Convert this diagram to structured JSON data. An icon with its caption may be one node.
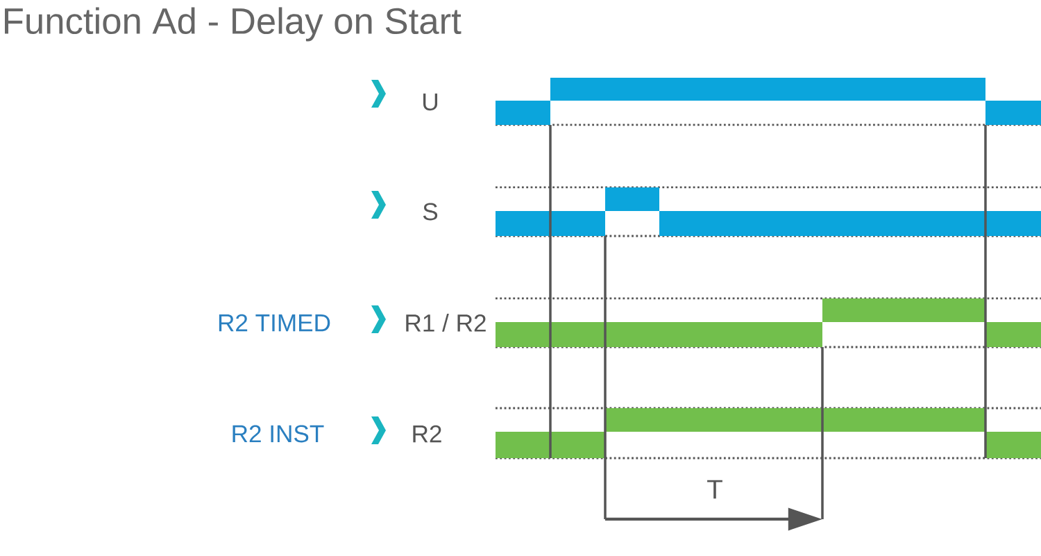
{
  "diagram": {
    "title": "Function Ad - Delay on Start",
    "labels": [
      "U",
      "S",
      "R2 TIMED",
      "R1 / R2",
      "R2 INST",
      "R2",
      "T"
    ]
  }
}
